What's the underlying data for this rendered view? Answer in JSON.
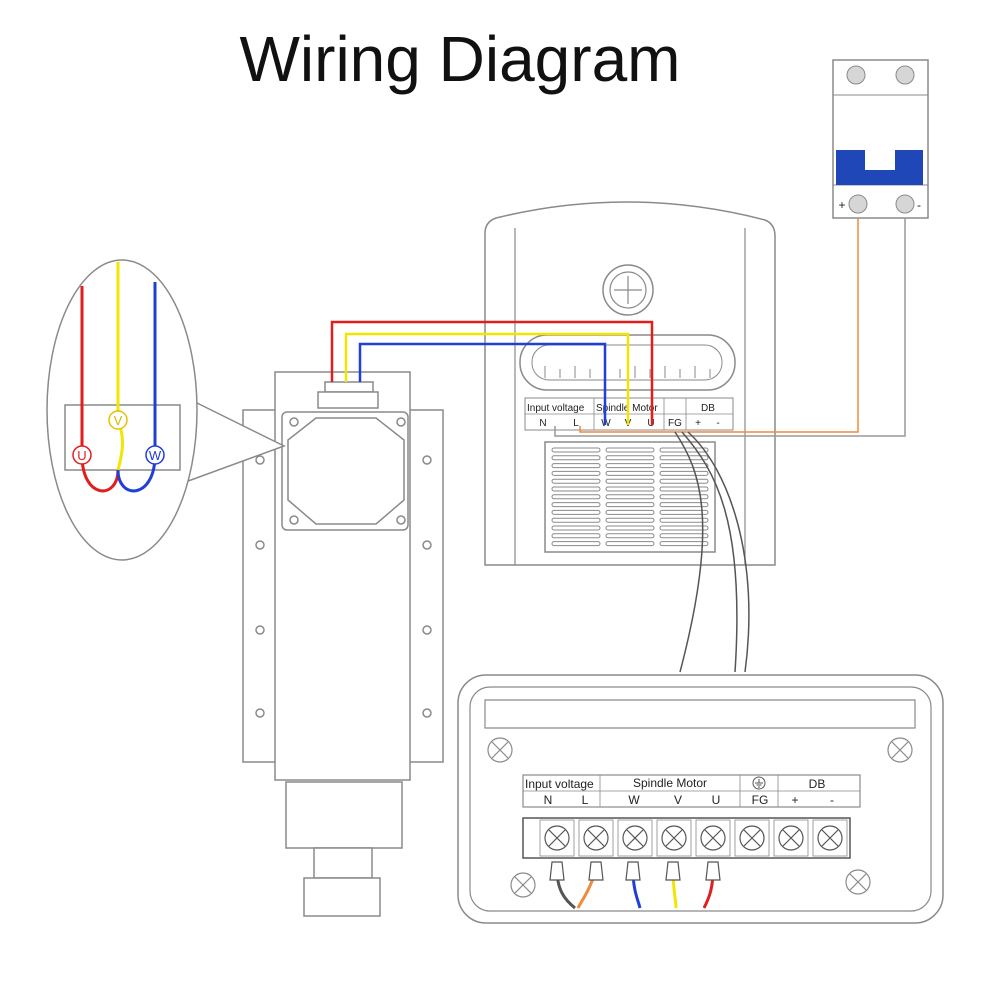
{
  "title": "Wiring Diagram",
  "colors": {
    "u": "#e01e1e",
    "v": "#f2e500",
    "w": "#1f3fd6",
    "pos": "#f08a3c",
    "neg": "#999999",
    "n": "#555555",
    "breaker": "#1f47b8",
    "line": "#8a8a8a"
  },
  "breaker": {
    "plus": "+",
    "minus": "-"
  },
  "motor_terminals": {
    "u": "U",
    "v": "V",
    "w": "W"
  },
  "drive_panel": {
    "input_voltage": "Input voltage",
    "spindle_motor": "Spindle Motor",
    "db": "DB",
    "terminals": [
      "N",
      "L",
      "W",
      "V",
      "U",
      "FG",
      "+",
      "-"
    ]
  },
  "zoom_panel": {
    "input_voltage": "Input voltage",
    "spindle_motor": "Spindle Motor",
    "db": "DB",
    "terminals": [
      "N",
      "L",
      "W",
      "V",
      "U",
      "FG",
      "+",
      "-"
    ]
  }
}
